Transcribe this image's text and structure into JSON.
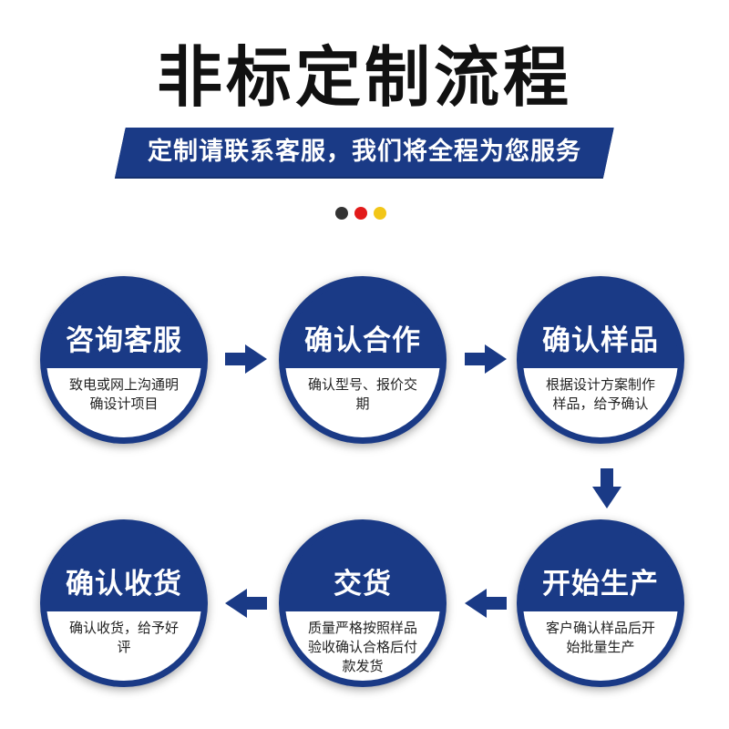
{
  "title": "非标定制流程",
  "banner": "定制请联系客服，我们将全程为您服务",
  "dots": [
    {
      "color": "#333333"
    },
    {
      "color": "#e21a1a"
    },
    {
      "color": "#f2c618"
    }
  ],
  "steps": [
    {
      "title": "咨询客服",
      "desc": "致电或网上沟通明确设计项目"
    },
    {
      "title": "确认合作",
      "desc": "确认型号、报价交期"
    },
    {
      "title": "确认样品",
      "desc": "根据设计方案制作样品，给予确认"
    },
    {
      "title": "开始生产",
      "desc": "客户确认样品后开始批量生产"
    },
    {
      "title": "交货",
      "desc": "质量严格按照样品验收确认合格后付款发货"
    },
    {
      "title": "确认收货",
      "desc": "确认收货，给予好评"
    }
  ],
  "colors": {
    "primary": "#1a3a86",
    "text": "#111111"
  }
}
